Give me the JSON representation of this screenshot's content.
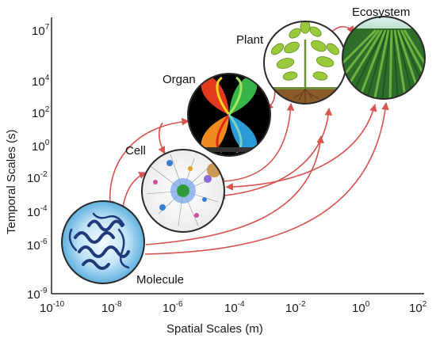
{
  "axes": {
    "x_title": "Spatial Scales (m)",
    "y_title": "Temporal Scales (s)",
    "x_ticks": [
      {
        "base": "10",
        "exp": "-10"
      },
      {
        "base": "10",
        "exp": "-8"
      },
      {
        "base": "10",
        "exp": "-6"
      },
      {
        "base": "10",
        "exp": "-4"
      },
      {
        "base": "10",
        "exp": "-2"
      },
      {
        "base": "10",
        "exp": "0"
      },
      {
        "base": "10",
        "exp": "2"
      }
    ],
    "y_ticks": [
      {
        "base": "10",
        "exp": "7"
      },
      {
        "base": "10",
        "exp": "4"
      },
      {
        "base": "10",
        "exp": "2"
      },
      {
        "base": "10",
        "exp": "0"
      },
      {
        "base": "10",
        "exp": "-2"
      },
      {
        "base": "10",
        "exp": "-4"
      },
      {
        "base": "10",
        "exp": "-6"
      },
      {
        "base": "10",
        "exp": "-9"
      }
    ]
  },
  "nodes": {
    "molecule": {
      "label": "Molecule",
      "image": "protein-structure-image"
    },
    "cell": {
      "label": "Cell",
      "image": "cell-network-image"
    },
    "organ": {
      "label": "Organ",
      "image": "leaf-heatmap-image"
    },
    "plant": {
      "label": "Plant",
      "image": "plant-illustration-image"
    },
    "ecosystem": {
      "label": "Ecosystem",
      "image": "crop-field-image"
    }
  },
  "colors": {
    "axis": "#222222",
    "arrow": "#d9534f",
    "circle_border": "#2a2a2a"
  }
}
